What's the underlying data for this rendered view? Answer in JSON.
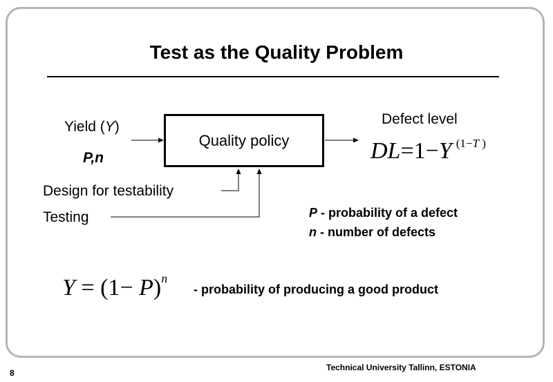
{
  "slide": {
    "title": "Test as the Quality Problem",
    "page_number": "8",
    "footer": "Technical University Tallinn, ESTONIA"
  },
  "diagram": {
    "box_label": "Quality policy",
    "inputs": {
      "yield_prefix": "Yield (",
      "yield_var": "Y",
      "yield_suffix": ")",
      "p": "P",
      "comma": ",",
      "n": "n",
      "design_for_testability": "Design for testability",
      "testing": "Testing"
    },
    "output": {
      "label": "Defect level",
      "formula_lhs": "DL",
      "formula_eq": "=",
      "formula_one": "1",
      "formula_minus": "−",
      "formula_y": "Y",
      "formula_exp_open": "(1−",
      "formula_exp_t": "T",
      "formula_exp_close": " )"
    },
    "legend": {
      "p_symbol": "P",
      "p_desc": " - probability of a defect",
      "n_symbol": "n",
      "n_desc": " -  number of defects"
    },
    "yield_formula": {
      "y": "Y",
      "eq": " = ",
      "open": "(1",
      "minus": "− ",
      "p": "P",
      "close": ")",
      "exp": "n",
      "description": "- probability of producing a good product"
    }
  }
}
